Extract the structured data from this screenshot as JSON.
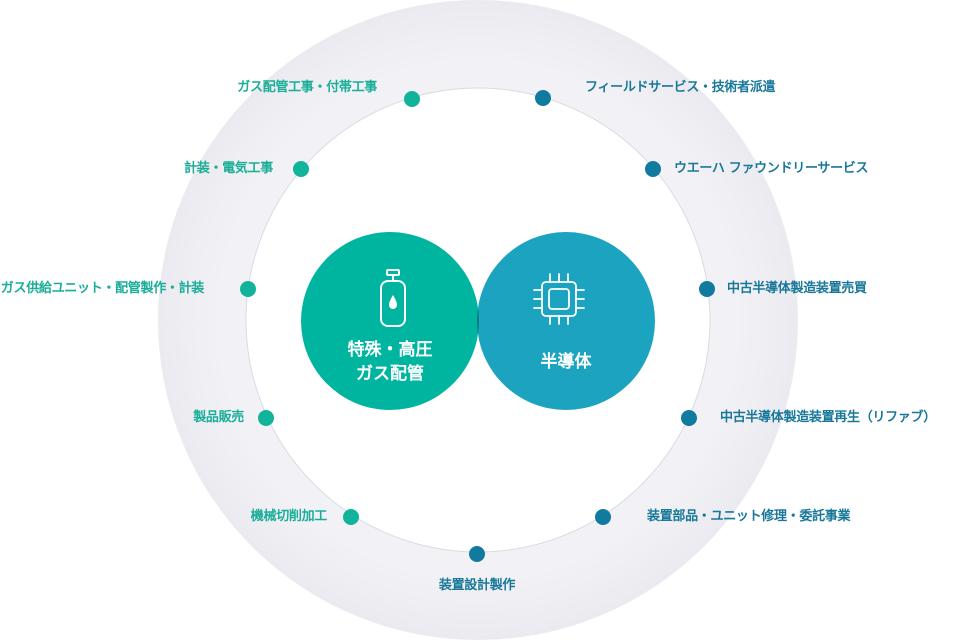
{
  "colors": {
    "green": "#00b5a0",
    "blue": "#1ba3c0",
    "overlap": "#03777b",
    "green_label": "#1aae99",
    "blue_label": "#19789a",
    "green_dot": "#12b39b",
    "blue_dot": "#107b9f",
    "outer_ring": "#eeeef3"
  },
  "center": {
    "gas": {
      "icon": "gas-cylinder-icon",
      "line1": "特殊・高圧",
      "line2": "ガス配管"
    },
    "semi": {
      "icon": "chip-icon",
      "label": "半導体"
    }
  },
  "services_gas": [
    "ガス配管工事・付帯工事",
    "計装・電気工事",
    "ガス供給ユニット・配管製作・計装",
    "製品販売",
    "機械切削加工"
  ],
  "services_semi": [
    "フィールドサービス・技術者派遣",
    "ウエーハ ファウンドリーサービス",
    "中古半導体製造装置売買",
    "中古半導体製造装置再生（リファブ）",
    "装置部品・ユニット修理・委託事業",
    "装置設計製作"
  ]
}
